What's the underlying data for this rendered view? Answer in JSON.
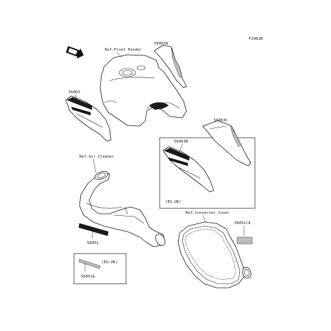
{
  "diagram": {
    "figure_code": "F2981B",
    "labels": {
      "ref_front_fender": "Ref.Front Fender",
      "ref_air_cleaner": "Ref.Air Cleaner",
      "ref_converter_cover": "Ref.Converter Cover",
      "part_56063A": "56063A",
      "part_56063": "56063",
      "part_56063C": "56063C",
      "part_56063B": "56063B",
      "part_56052A": "56052/A",
      "part_56051": "56051",
      "part_56051A": "56051A",
      "eu_uk_1": "(EU.UK)",
      "eu_uk_2": "(EU.UK)"
    }
  }
}
